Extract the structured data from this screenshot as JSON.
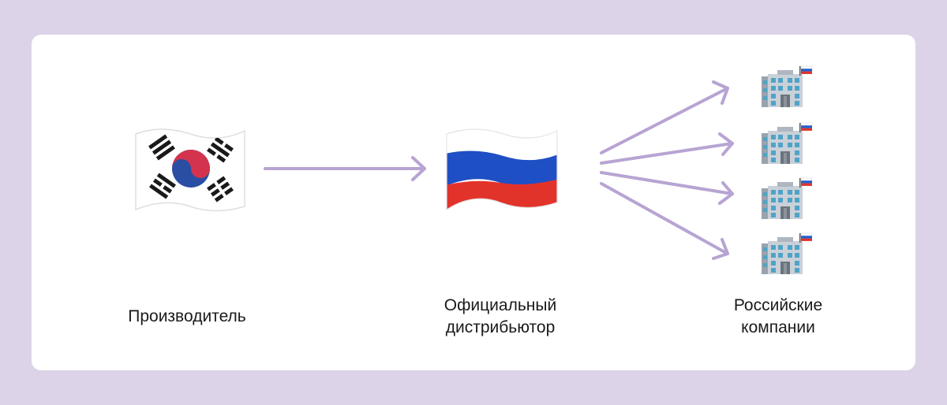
{
  "colors": {
    "background": "#dcd3e8",
    "card": "#ffffff",
    "arrow": "#b7a4d3",
    "text": "#1a1a1a"
  },
  "nodes": {
    "producer": {
      "icon": "south-korea-flag-icon",
      "label": "Производитель"
    },
    "distributor": {
      "icon": "russia-flag-icon",
      "label_line1": "Официальный",
      "label_line2": "дистрибьютор"
    },
    "companies": {
      "icon": "office-building-with-russia-flag-icon",
      "count": 4,
      "label_line1": "Российские",
      "label_line2": "компании"
    }
  },
  "edges": [
    {
      "from": "producer",
      "to": "distributor"
    },
    {
      "from": "distributor",
      "to": "companies",
      "branches": 4
    }
  ]
}
